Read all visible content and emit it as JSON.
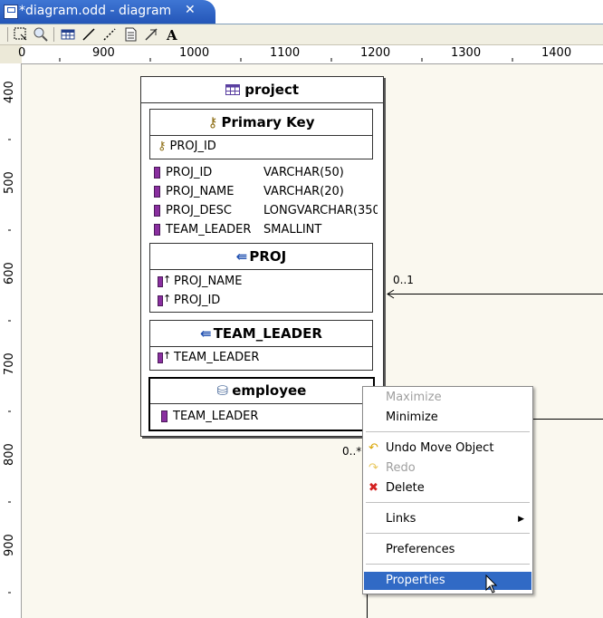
{
  "editor_tab": {
    "title": "*diagram.odd - diagram",
    "close_glyph": "✕"
  },
  "toolbar": {
    "tools": [
      "select-tool",
      "zoom-tool",
      "table-tool",
      "relationship-tool",
      "dashed-link-tool",
      "note-tool",
      "note-link-tool",
      "text-tool"
    ]
  },
  "h_ruler": {
    "labels": [
      "0",
      "900",
      "1000",
      "1100",
      "1200",
      "1300",
      "1400"
    ]
  },
  "v_ruler": {
    "labels": [
      "400",
      "500",
      "600",
      "700",
      "800",
      "900"
    ]
  },
  "diagram": {
    "table_name": "project",
    "primary_key": {
      "title": "Primary Key",
      "column": "PROJ_ID"
    },
    "columns": [
      {
        "name": "PROJ_ID",
        "type": "VARCHAR(50)"
      },
      {
        "name": "PROJ_NAME",
        "type": "VARCHAR(20)"
      },
      {
        "name": "PROJ_DESC",
        "type": "LONGVARCHAR(350"
      },
      {
        "name": "TEAM_LEADER",
        "type": "SMALLINT"
      }
    ],
    "index_proj": {
      "title": "PROJ",
      "columns": [
        "PROJ_NAME",
        "PROJ_ID"
      ]
    },
    "index_team_leader": {
      "title": "TEAM_LEADER",
      "columns": [
        "TEAM_LEADER"
      ]
    },
    "fk_employee": {
      "title": "employee",
      "columns": [
        "TEAM_LEADER"
      ]
    },
    "connection_labels": {
      "right": "0..1",
      "bottom": "0..*"
    }
  },
  "context_menu": {
    "items": [
      {
        "label": "Maximize",
        "enabled": false,
        "icon": ""
      },
      {
        "label": "Minimize",
        "enabled": true,
        "icon": ""
      },
      {
        "label": "Undo Move Object",
        "enabled": true,
        "icon": "undo-icon"
      },
      {
        "label": "Redo",
        "enabled": false,
        "icon": "redo-icon"
      },
      {
        "label": "Delete",
        "enabled": true,
        "icon": "delete-icon"
      },
      {
        "label": "Links",
        "enabled": true,
        "icon": "",
        "submenu": true
      },
      {
        "label": "Preferences",
        "enabled": true,
        "icon": ""
      },
      {
        "label": "Properties",
        "enabled": true,
        "icon": "",
        "highlighted": true
      }
    ]
  },
  "colors": {
    "tab_blue": "#2456b8",
    "menu_highlight": "#316ac5",
    "column_icon": "#8a2fa0",
    "delete_red": "#d42020"
  }
}
